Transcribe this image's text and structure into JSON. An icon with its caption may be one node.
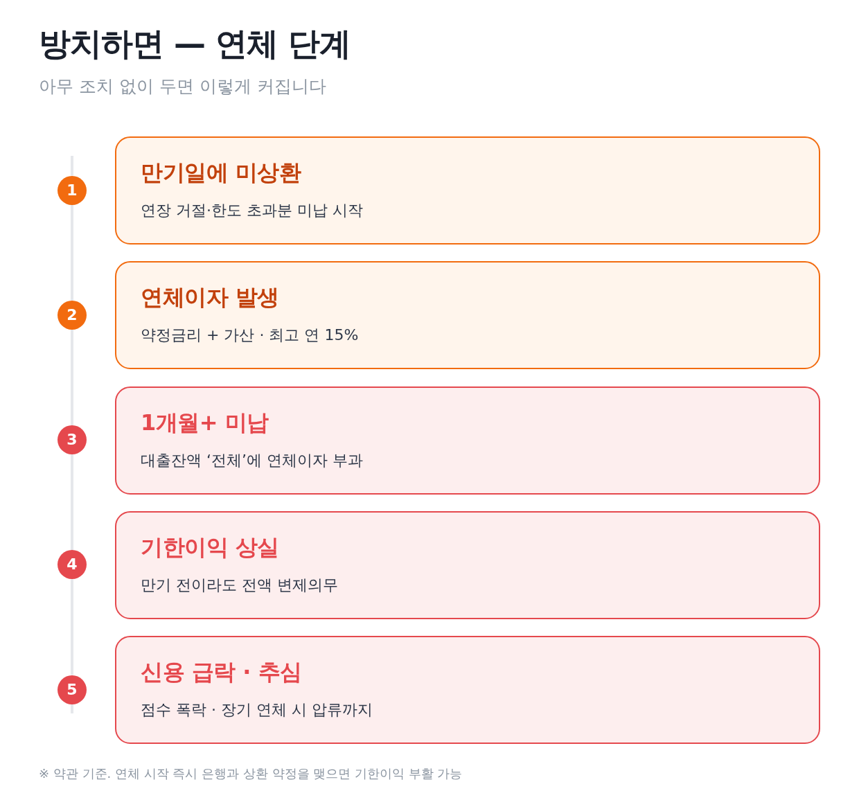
{
  "diagram": {
    "title": "방치하면 — 연체 단계",
    "nodes": [
      {
        "text": [
          "1"
        ]
      },
      {
        "text": [
          "만기일에 미상환",
          "연장 거절·한도 초과분 미납 시작"
        ]
      },
      {
        "text": [
          "2"
        ]
      },
      {
        "text": [
          "연체이자 발생",
          "약정금리 + 가산 · 최고 연 15%"
        ]
      },
      {
        "text": [
          "3"
        ]
      },
      {
        "text": [
          "1개월+ 미납",
          "대출잔액 ‘전체’에 연체이자 부과"
        ]
      },
      {
        "text": [
          "4"
        ]
      },
      {
        "text": [
          "기한이익 상실",
          "만기 전이라도 전액 변제의무"
        ]
      },
      {
        "text": [
          "5"
        ]
      },
      {
        "text": [
          "신용 급락 · 추심",
          "점수 폭락 · 장기 연체 시 압류까지"
        ]
      }
    ],
    "edges": [
      {
        "from": 0,
        "to": 2,
        "arrow": "none"
      },
      {
        "from": 2,
        "to": 4,
        "arrow": "none"
      },
      {
        "from": 4,
        "to": 6,
        "arrow": "none"
      },
      {
        "from": 6,
        "to": 8,
        "arrow": "none"
      }
    ],
    "labels": [
      "아무 조치 없이 두면 이렇게 커집니다",
      "※ 약관 기준. 연체 시작 즉시 은행과 상환 약정을 맺으면 기한이익 부활 가능"
    ]
  }
}
